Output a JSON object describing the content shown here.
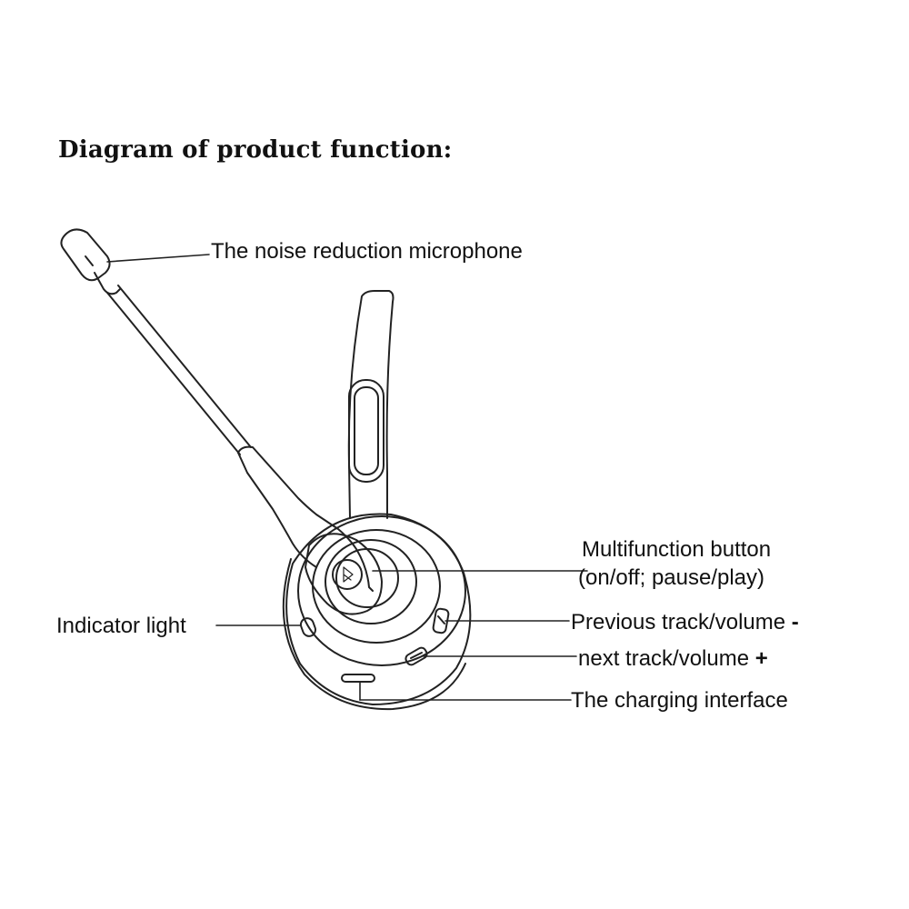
{
  "title": "Diagram of product function:",
  "labels": {
    "microphone": "The noise reduction microphone",
    "multifunction_line1": "Multifunction button",
    "multifunction_line2": "(on/off; pause/play)",
    "indicator": "Indicator light",
    "previous": "Previous  track/volume",
    "previous_symbol": "-",
    "next": "next track/volume",
    "next_symbol": "+",
    "charging": "The charging interface"
  },
  "colors": {
    "line": "#222222",
    "background": "#ffffff"
  }
}
